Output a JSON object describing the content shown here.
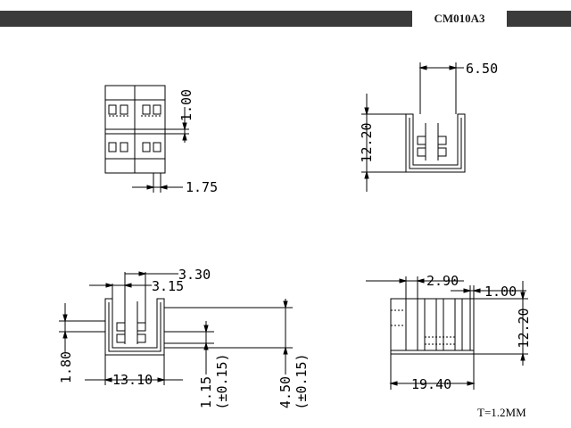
{
  "header": {
    "part_code": "CM010A3"
  },
  "views": {
    "top_left": {
      "height_dim": "1.00",
      "width_dim": "1.75"
    },
    "top_right": {
      "top_dim": "6.50",
      "height_dim": "12.20"
    },
    "bottom_left": {
      "dim_a": "3.30",
      "dim_b": "3.15",
      "dim_c": "1.80",
      "dim_d": "13.10",
      "dim_e": "1.15",
      "dim_e_tol": "(±0.15)",
      "dim_f": "4.50",
      "dim_f_tol": "(±0.15)"
    },
    "bottom_right": {
      "dim_a": "2.90",
      "dim_b": "1.00",
      "dim_c": "12.20",
      "dim_d": "19.40"
    }
  },
  "thickness_note": "T=1.2MM"
}
